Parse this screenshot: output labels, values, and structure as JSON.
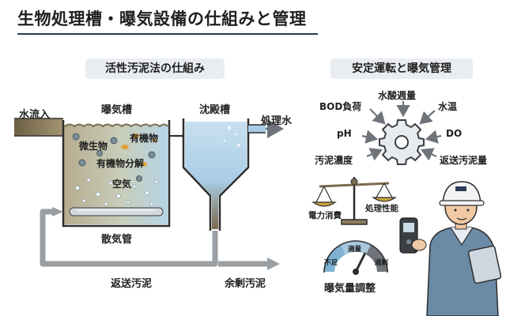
{
  "title": "生物処理槽・曝気設備の仕組みと管理",
  "left_panel": {
    "heading": "活性汚泥法の仕組み",
    "inflow": "水流入",
    "aeration_tank": "曝気槽",
    "settling_tank": "沈殿槽",
    "treated_water": "処理水",
    "microorganism": "微生物",
    "organic_matter": "有機物",
    "decomposition": "有機物分解",
    "air": "空気",
    "diffuser": "散気管",
    "return_sludge": "返送汚泥",
    "excess_sludge": "余剰汚泥"
  },
  "right_panel": {
    "heading": "安定運転と曝気管理",
    "factors": {
      "bod": "BOD負荷",
      "ph": "pH",
      "sludge_conc": "汚泥濃度",
      "water_quality": "水酸週量",
      "temp": "水温",
      "do": "DO",
      "return_amount": "返送汚泥量"
    },
    "balance_left": "電力消費",
    "balance_right": "処理性能",
    "gauge": {
      "low": "不足",
      "mid": "適量",
      "high": "過剰",
      "caption": "曝気量調整"
    }
  },
  "colors": {
    "accent": "#2a3b55",
    "water": "#a9cde6",
    "sludge": "#8a7a5c",
    "arrow": "#6e7479"
  }
}
